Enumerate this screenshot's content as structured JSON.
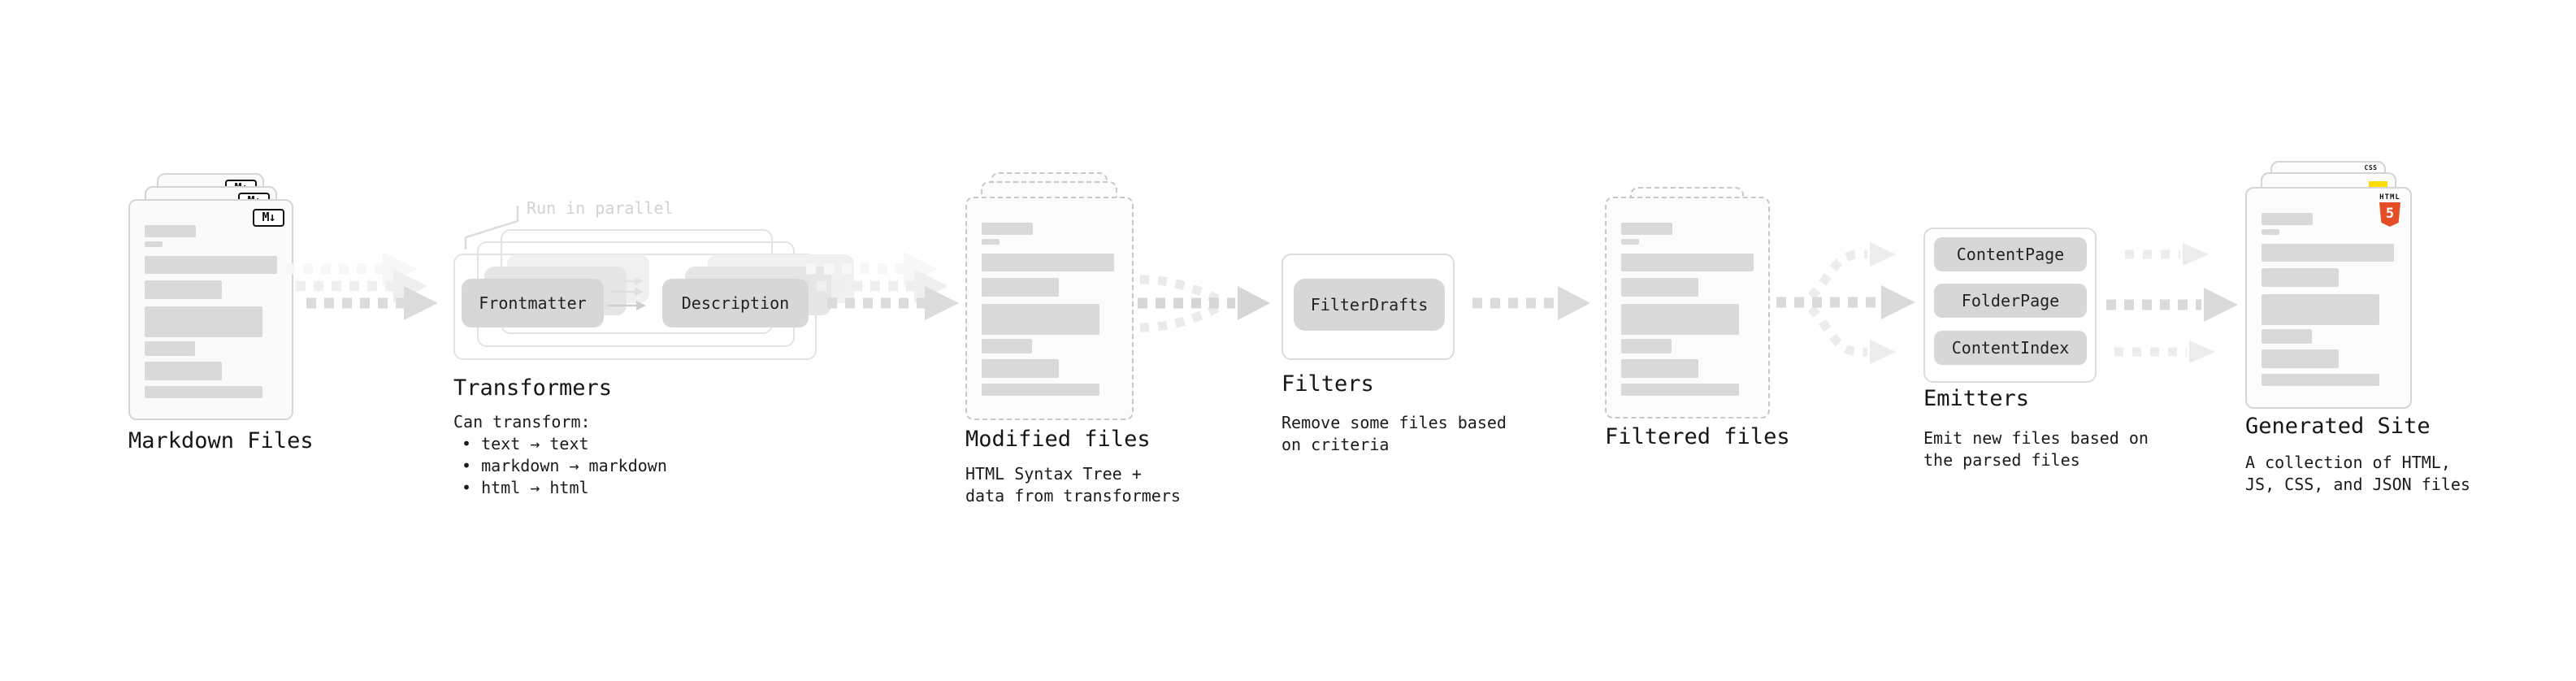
{
  "markdown": {
    "label": "Markdown Files",
    "badge": "M↓"
  },
  "transformers": {
    "label": "Transformers",
    "note": "Run in parallel",
    "box1": "Frontmatter",
    "box2": "Description",
    "desc": "Can transform:",
    "bullets": [
      "• text → text",
      "• markdown → markdown",
      "• html → html"
    ]
  },
  "modified": {
    "label": "Modified files",
    "desc1": "HTML Syntax Tree +",
    "desc2": "data from transformers"
  },
  "filters": {
    "label": "Filters",
    "box": "FilterDrafts",
    "desc1": "Remove some files based",
    "desc2": "on criteria"
  },
  "filtered": {
    "label": "Filtered files"
  },
  "emitters": {
    "label": "Emitters",
    "boxes": [
      "ContentPage",
      "FolderPage",
      "ContentIndex"
    ],
    "desc1": "Emit new files based on",
    "desc2": "the parsed files"
  },
  "generated": {
    "label": "Generated Site",
    "desc1": "A collection of HTML,",
    "desc2": "JS, CSS, and JSON files",
    "css_badge": "CSS",
    "html_badge": "HTML",
    "html_five": "5"
  },
  "colors": {
    "html5_orange": "#e44d26",
    "js_yellow": "#ffdd00",
    "css_blue": "#2965f1",
    "arrow_main": "#dbdbdb",
    "arrow_light": "#ececec",
    "bar_gray": "#d9d9d9",
    "pill_gray": "#d7d7d7"
  }
}
